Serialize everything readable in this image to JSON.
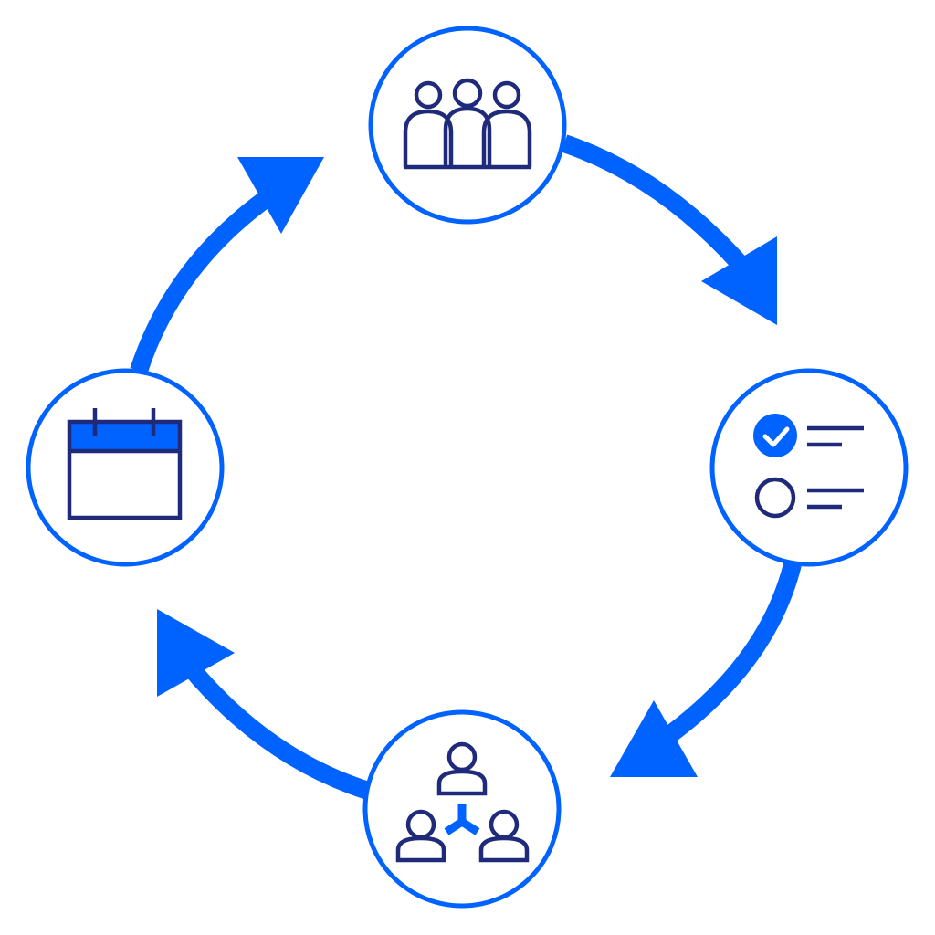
{
  "colors": {
    "accent": "#0062FF",
    "ink": "#1F2A7A",
    "background": "#FFFFFF"
  },
  "nodes": [
    {
      "icon": "team-group-icon"
    },
    {
      "icon": "checklist-icon"
    },
    {
      "icon": "network-people-icon"
    },
    {
      "icon": "calendar-icon"
    }
  ],
  "arrows": [
    {
      "from": "team-group-icon",
      "to": "checklist-icon",
      "direction": "clockwise"
    },
    {
      "from": "checklist-icon",
      "to": "network-people-icon",
      "direction": "clockwise"
    },
    {
      "from": "network-people-icon",
      "to": "calendar-icon",
      "direction": "clockwise"
    },
    {
      "from": "calendar-icon",
      "to": "team-group-icon",
      "direction": "clockwise"
    }
  ]
}
